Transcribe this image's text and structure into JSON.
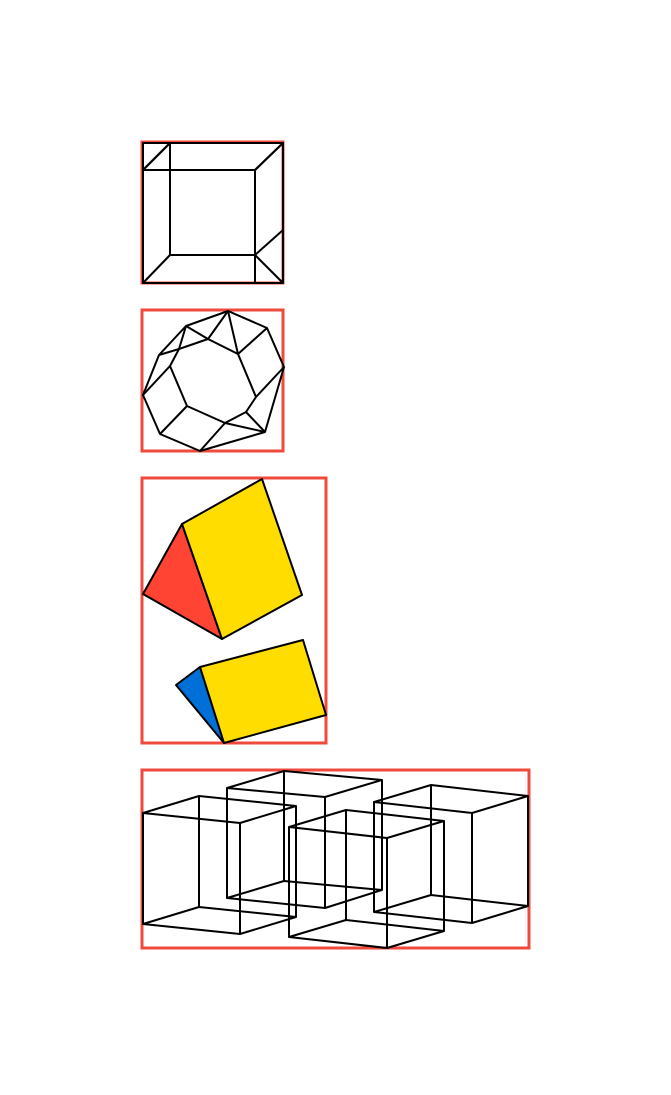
{
  "colors": {
    "background": "#ffffff",
    "frame": "#f04a3c",
    "edge": "#000000",
    "red_face": "#ff4433",
    "yellow_face": "#ffdd00",
    "blue_face": "#0070d8"
  },
  "panels": [
    {
      "id": "panel-hollow-cube",
      "shape": "cube-in-cube wireframe"
    },
    {
      "id": "panel-truncated-octahedron",
      "shape": "truncated octahedron wireframe"
    },
    {
      "id": "panel-prisms",
      "shape": "two triangular prisms",
      "faces": [
        "red",
        "yellow",
        "blue",
        "yellow"
      ]
    },
    {
      "id": "panel-cube-cluster",
      "shape": "four overlapping wireframe cubes",
      "count": 4
    }
  ]
}
